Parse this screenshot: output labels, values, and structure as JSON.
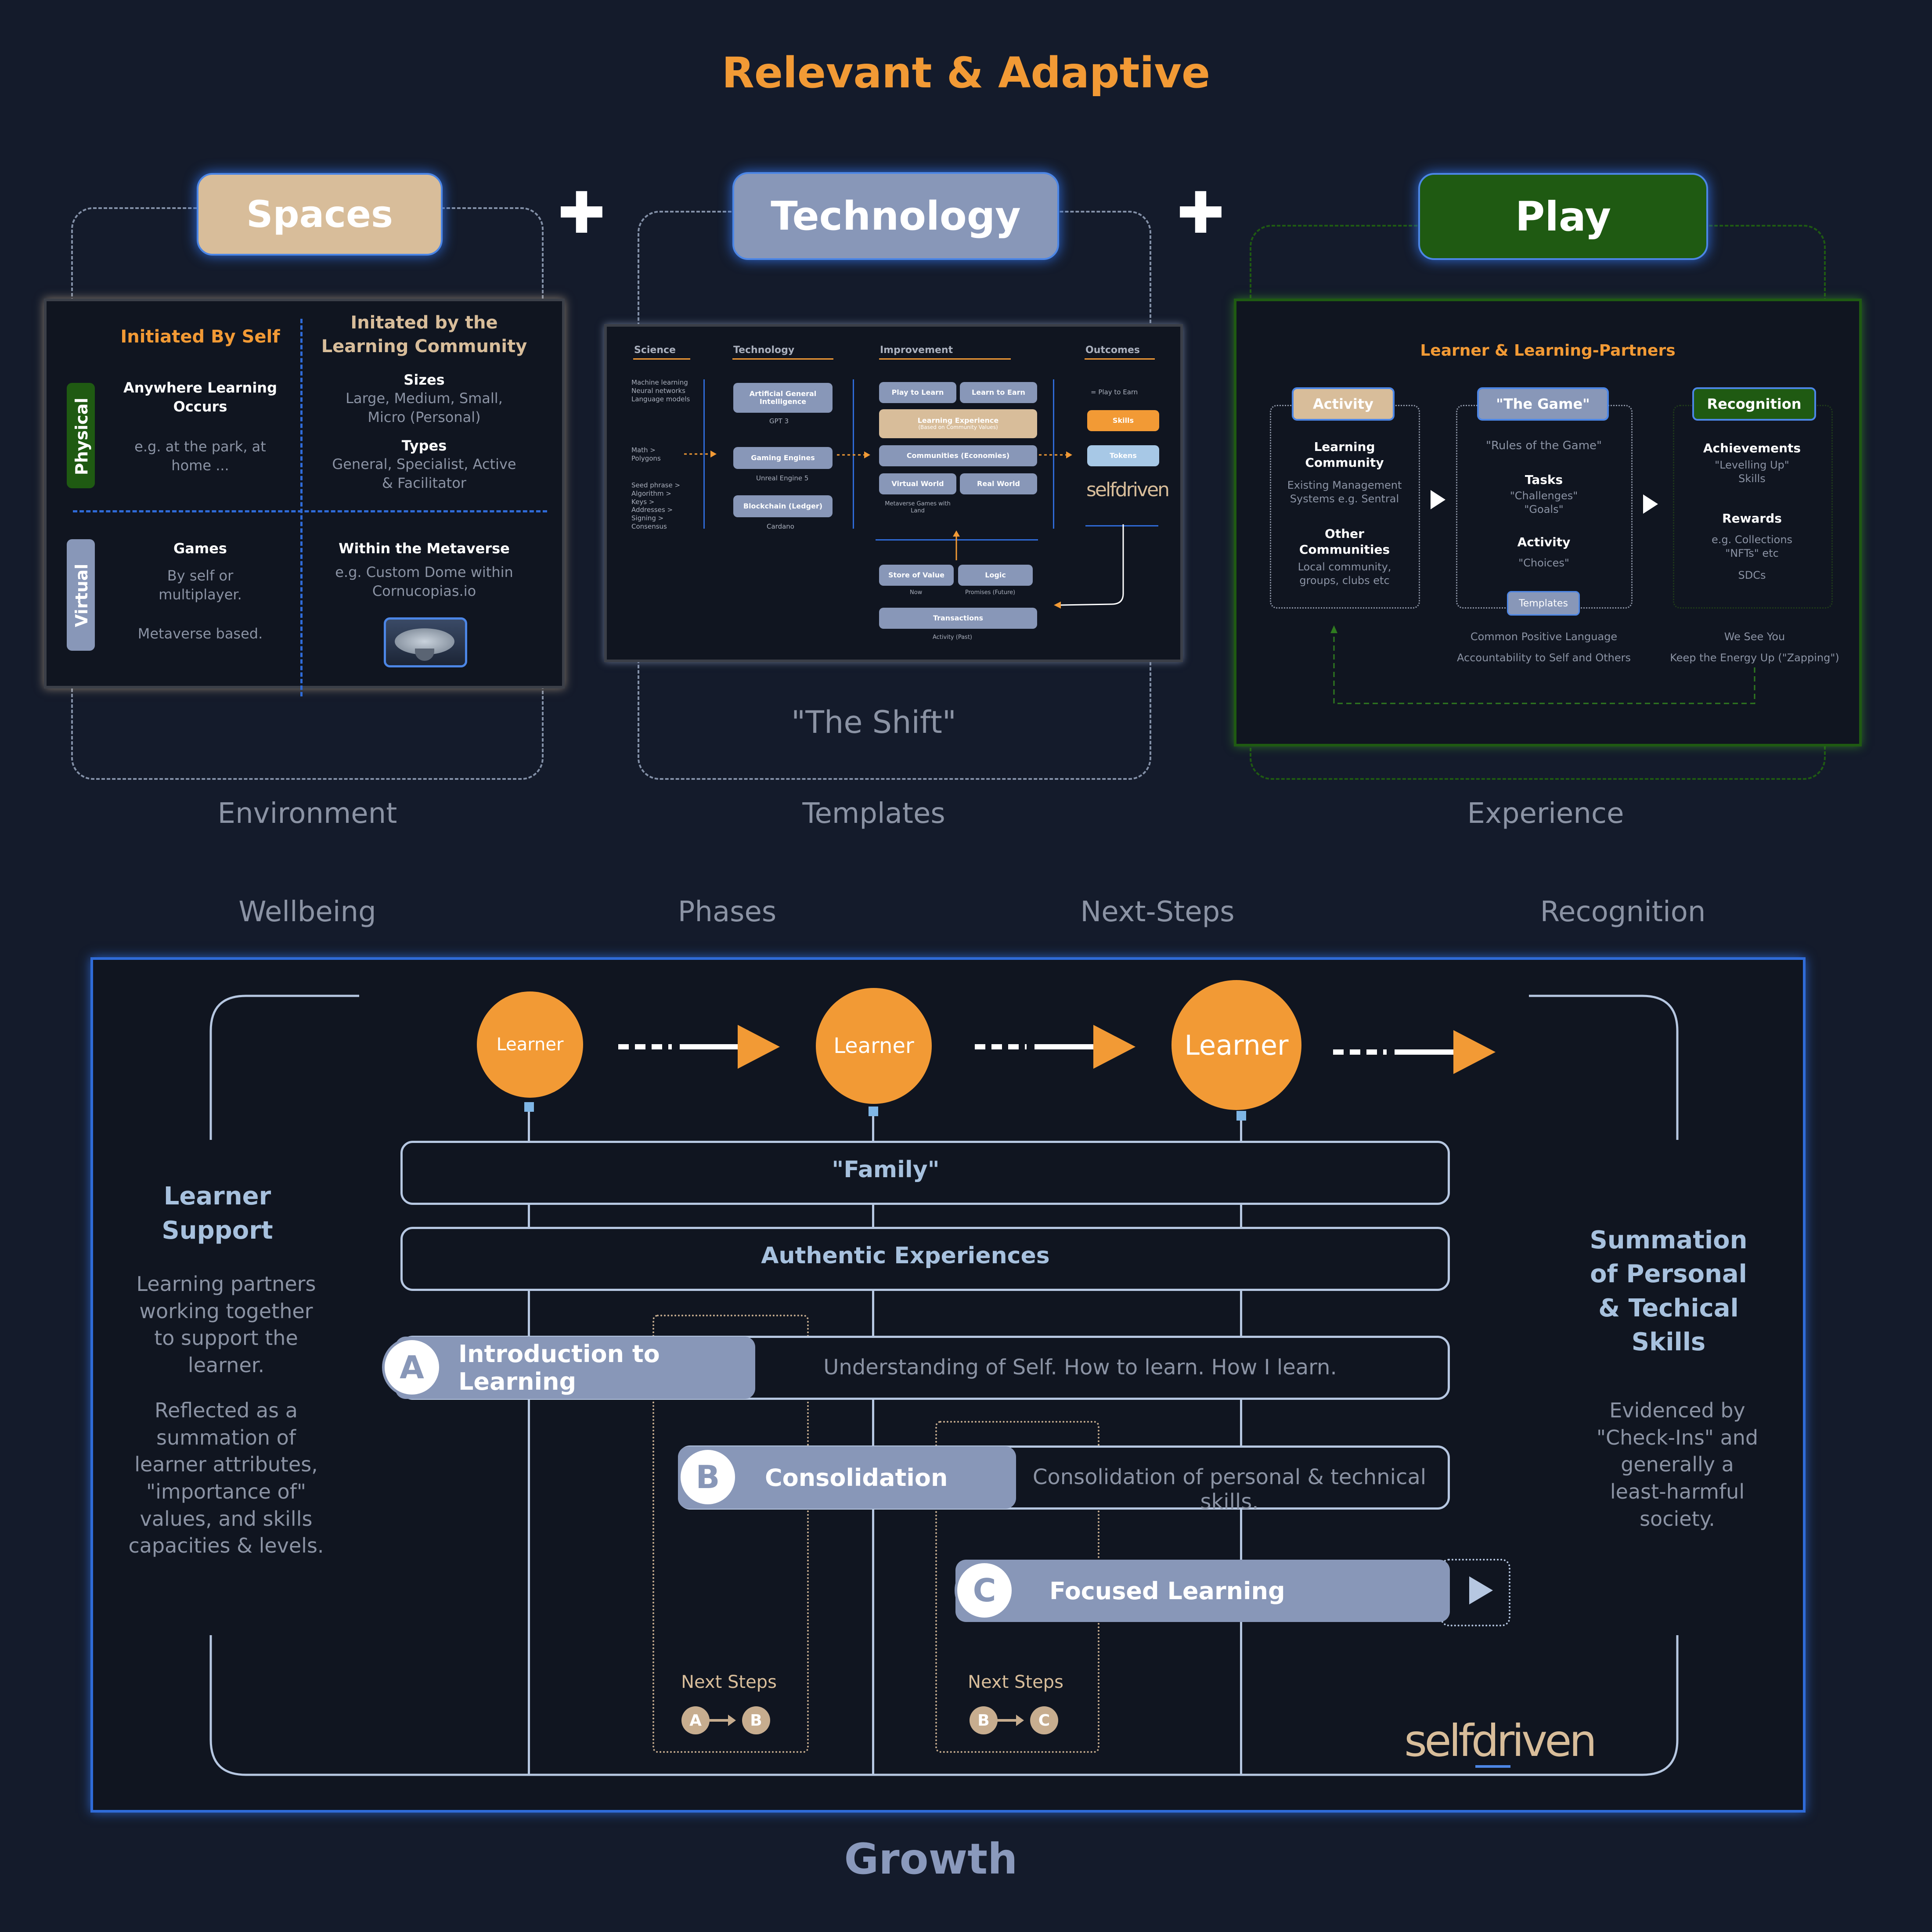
{
  "title": "Relevant & Adaptive",
  "plus_glyph": "✚",
  "spaces": {
    "label": "Spaces",
    "caption": "Environment",
    "col_self": "Initiated By Self",
    "col_community": "Initated by the Learning Community",
    "row_physical": "Physical",
    "row_virtual": "Virtual",
    "p_self_title": "Anywhere Learning Occurs",
    "p_self_body": "e.g. at the park, at home ...",
    "p_comm_sizes_title": "Sizes",
    "p_comm_sizes_body": "Large, Medium, Small, Micro (Personal)",
    "p_comm_types_title": "Types",
    "p_comm_types_body": "General, Specialist, Active & Facilitator",
    "v_self_title": "Games",
    "v_self_body1": "By self or multiplayer.",
    "v_self_body2": "Metaverse based.",
    "v_comm_title": "Within the Metaverse",
    "v_comm_body": "e.g. Custom Dome within Cornucopias.io"
  },
  "technology": {
    "label": "Technology",
    "caption": "Templates",
    "shift": "\"The Shift\"",
    "col_science": "Science",
    "col_technology": "Technology",
    "col_improvement": "Improvement",
    "col_outcomes": "Outcomes",
    "sci_1": "Machine learning Neural networks Language models",
    "sci_2": "Math > Polygons",
    "sci_3": "Seed phrase > Algorithm > Keys > Addresses > Signing > Consensus",
    "agi": "Artificial General Intelligence",
    "gpt3": "GPT 3",
    "gaming": "Gaming Engines",
    "unreal": "Unreal Engine 5",
    "blockchain": "Blockchain (Ledger)",
    "cardano": "Cardano",
    "play_learn": "Play to Learn",
    "learn_earn": "Learn to Earn",
    "learning_exp": "Learning Experience",
    "learning_exp_sub": "(Based on Community Values)",
    "communities": "Communities (Economies)",
    "virtual_world": "Virtual World",
    "real_world": "Real World",
    "metaverse_games": "Metaverse Games with Land",
    "store_value": "Store of Value",
    "logic": "Logic",
    "now": "Now",
    "promises": "Promises (Future)",
    "transactions": "Transactions",
    "activity_past": "Activity (Past)",
    "play_earn": "= Play to Earn",
    "skills": "Skills",
    "tokens": "Tokens",
    "brand_small": "selfdriven"
  },
  "play": {
    "label": "Play",
    "caption": "Experience",
    "header": "Learner & Learning-Partners",
    "activity_tag": "Activity",
    "game_tag": "\"The Game\"",
    "recognition_tag": "Recognition",
    "lc_title": "Learning Community",
    "lc_body": "Existing Management Systems e.g. Sentral",
    "oc_title": "Other Communities",
    "oc_body": "Local community, groups, clubs etc",
    "rules": "\"Rules of the Game\"",
    "tasks_title": "Tasks",
    "tasks_body": "\"Challenges\" \"Goals\"",
    "g_activity_title": "Activity",
    "g_activity_body": "\"Choices\"",
    "templates": "Templates",
    "ach_title": "Achievements",
    "ach_body": "\"Levelling Up\" Skills",
    "rew_title": "Rewards",
    "rew_body": "e.g. Collections \"NFTs\" etc",
    "sdcs": "SDCs",
    "common_lang": "Common Positive Language",
    "accountability": "Accountability to Self and Others",
    "see_you": "We See You",
    "energy": "Keep the Energy Up (\"Zapping\")"
  },
  "growth": {
    "headers": [
      "Wellbeing",
      "Phases",
      "Next-Steps",
      "Recognition"
    ],
    "learner": "Learner",
    "family": "\"Family\"",
    "authentic": "Authentic Experiences",
    "left_title": "Learner Support",
    "left_body1": "Learning partners working together to support the learner.",
    "left_body2": "Reflected as a summation of learner attributes, \"importance of\" values, and skills capacities & levels.",
    "right_title": "Summation of Personal & Techical Skills",
    "right_body": "Evidenced by \"Check-Ins\" and generally a least-harmful society.",
    "phase_a_letter": "A",
    "phase_a": "Introduction to Learning",
    "phase_a_desc": "Understanding of Self. How to learn. How I learn.",
    "phase_b_letter": "B",
    "phase_b": "Consolidation",
    "phase_b_desc": "Consolidation of personal & technical skills.",
    "phase_c_letter": "C",
    "phase_c": "Focused Learning",
    "next_steps": "Next Steps",
    "ns1_from": "A",
    "ns1_to": "B",
    "ns2_from": "B",
    "ns2_to": "C",
    "brand": "selfdriven",
    "footer": "Growth"
  },
  "colors": {
    "background": "#141b2b",
    "orange": "#f29a35",
    "spaces_tan": "#d8bd9a",
    "technology_slate": "#8897b8",
    "play_green": "#1f5a12",
    "line_blue": "#b6c7e1"
  }
}
